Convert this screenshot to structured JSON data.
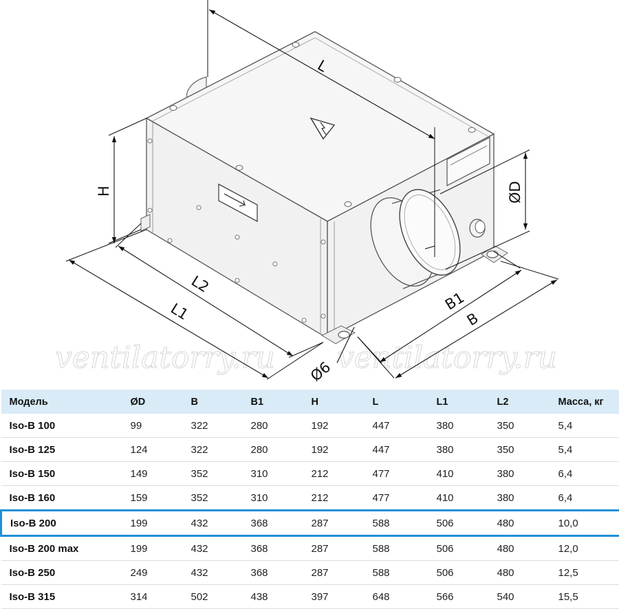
{
  "drawing": {
    "dimension_labels": {
      "L": "L",
      "L1": "L1",
      "L2": "L2",
      "H": "H",
      "B": "B",
      "B1": "B1",
      "D": "ØD",
      "hole": "Ø6"
    },
    "watermark": [
      "ventilatorry.ru",
      "ventilatorry.ru"
    ]
  },
  "table": {
    "columns": [
      "Модель",
      "ØD",
      "B",
      "B1",
      "H",
      "L",
      "L1",
      "L2",
      "Масса, кг"
    ],
    "highlighted_row": 4,
    "rows": [
      [
        "Iso-B 100",
        "99",
        "322",
        "280",
        "192",
        "447",
        "380",
        "350",
        "5,4"
      ],
      [
        "Iso-B 125",
        "124",
        "322",
        "280",
        "192",
        "447",
        "380",
        "350",
        "5,4"
      ],
      [
        "Iso-B 150",
        "149",
        "352",
        "310",
        "212",
        "477",
        "410",
        "380",
        "6,4"
      ],
      [
        "Iso-B 160",
        "159",
        "352",
        "310",
        "212",
        "477",
        "410",
        "380",
        "6,4"
      ],
      [
        "Iso-B 200",
        "199",
        "432",
        "368",
        "287",
        "588",
        "506",
        "480",
        "10,0"
      ],
      [
        "Iso-B 200 max",
        "199",
        "432",
        "368",
        "287",
        "588",
        "506",
        "480",
        "12,0"
      ],
      [
        "Iso-B 250",
        "249",
        "432",
        "368",
        "287",
        "588",
        "506",
        "480",
        "12,5"
      ],
      [
        "Iso-B 315",
        "314",
        "502",
        "438",
        "397",
        "648",
        "566",
        "540",
        "15,5"
      ]
    ]
  }
}
